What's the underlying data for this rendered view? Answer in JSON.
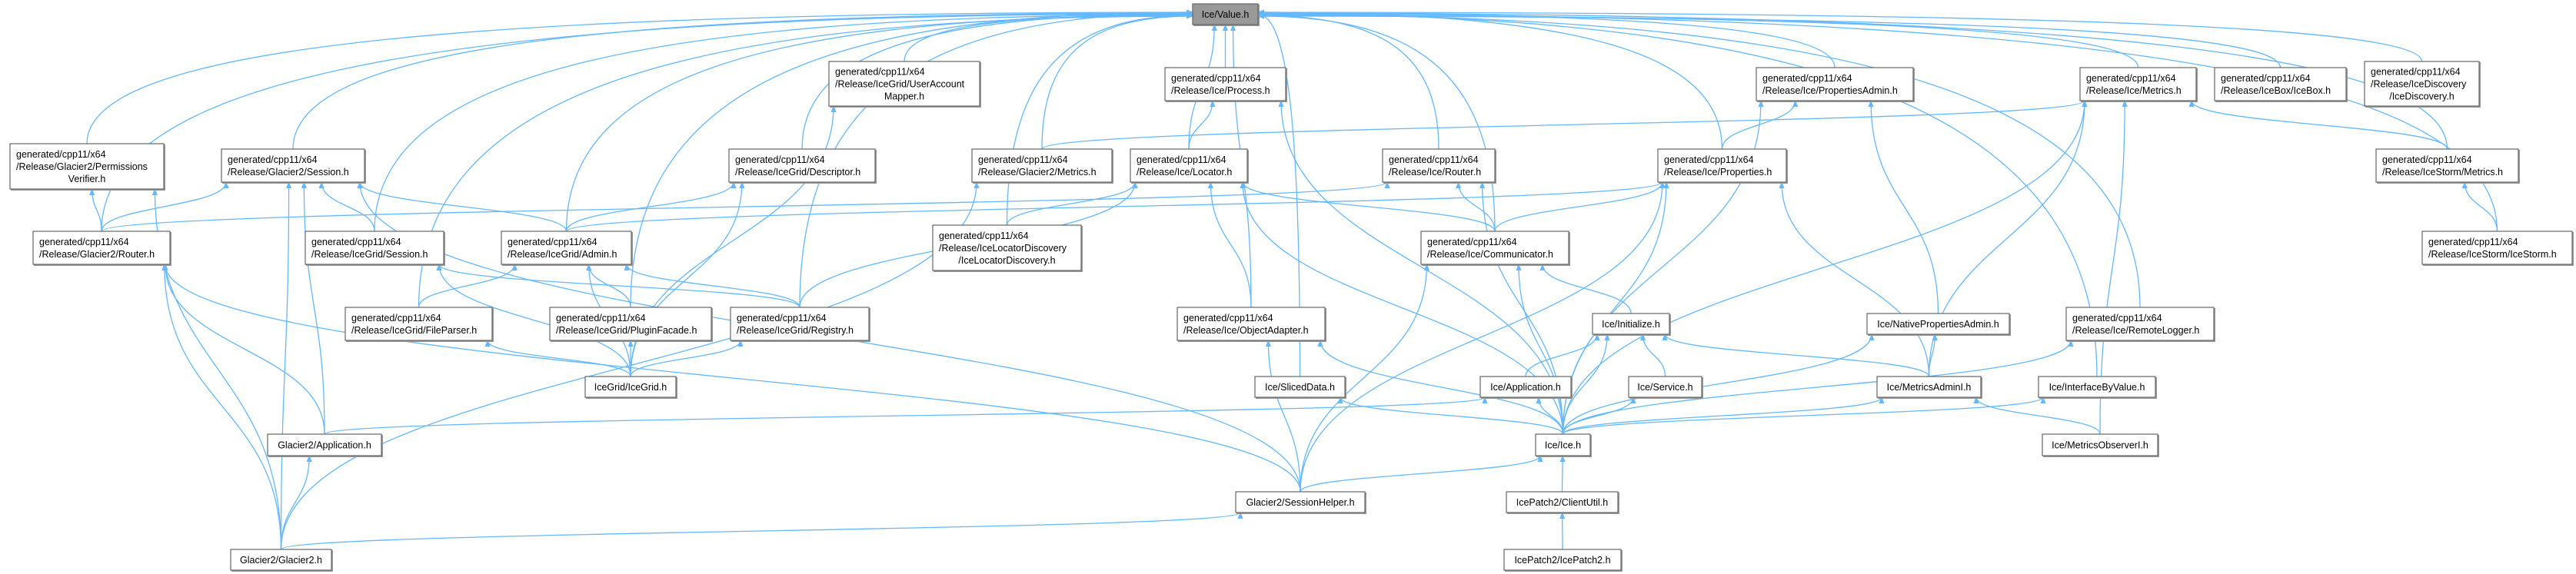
{
  "title": "Ice/Value.h",
  "colors": {
    "edge": "#63b8ff",
    "root_fill": "#999999",
    "node_border": "#666666"
  },
  "nodes": [
    {
      "id": "V",
      "lines": [
        "Ice/Value.h"
      ],
      "root": true
    },
    {
      "id": "permv",
      "lines": [
        "generated/cpp11/x64",
        "/Release/Glacier2/Permissions",
        "Verifier.h"
      ]
    },
    {
      "id": "g2sess",
      "lines": [
        "generated/cpp11/x64",
        "/Release/Glacier2/Session.h"
      ]
    },
    {
      "id": "g2router",
      "lines": [
        "generated/cpp11/x64",
        "/Release/Glacier2/Router.h"
      ]
    },
    {
      "id": "igsess",
      "lines": [
        "generated/cpp11/x64",
        "/Release/IceGrid/Session.h"
      ]
    },
    {
      "id": "igadmin",
      "lines": [
        "generated/cpp11/x64",
        "/Release/IceGrid/Admin.h"
      ]
    },
    {
      "id": "igdesc",
      "lines": [
        "generated/cpp11/x64",
        "/Release/IceGrid/Descriptor.h"
      ]
    },
    {
      "id": "uam",
      "lines": [
        "generated/cpp11/x64",
        "/Release/IceGrid/UserAccount",
        "Mapper.h"
      ]
    },
    {
      "id": "fileparser",
      "lines": [
        "generated/cpp11/x64",
        "/Release/IceGrid/FileParser.h"
      ]
    },
    {
      "id": "plugin",
      "lines": [
        "generated/cpp11/x64",
        "/Release/IceGrid/PluginFacade.h"
      ]
    },
    {
      "id": "registry",
      "lines": [
        "generated/cpp11/x64",
        "/Release/IceGrid/Registry.h"
      ]
    },
    {
      "id": "icegrid",
      "lines": [
        "IceGrid/IceGrid.h"
      ]
    },
    {
      "id": "g2app",
      "lines": [
        "Glacier2/Application.h"
      ]
    },
    {
      "id": "glacier2",
      "lines": [
        "Glacier2/Glacier2.h"
      ]
    },
    {
      "id": "process",
      "lines": [
        "generated/cpp11/x64",
        "/Release/Ice/Process.h"
      ]
    },
    {
      "id": "g2metrics",
      "lines": [
        "generated/cpp11/x64",
        "/Release/Glacier2/Metrics.h"
      ]
    },
    {
      "id": "locator",
      "lines": [
        "generated/cpp11/x64",
        "/Release/Ice/Locator.h"
      ]
    },
    {
      "id": "ild",
      "lines": [
        "generated/cpp11/x64",
        "/Release/IceLocatorDiscovery",
        "/IceLocatorDiscovery.h"
      ]
    },
    {
      "id": "router",
      "lines": [
        "generated/cpp11/x64",
        "/Release/Ice/Router.h"
      ]
    },
    {
      "id": "comm",
      "lines": [
        "generated/cpp11/x64",
        "/Release/Ice/Communicator.h"
      ]
    },
    {
      "id": "propadmin",
      "lines": [
        "generated/cpp11/x64",
        "/Release/Ice/PropertiesAdmin.h"
      ]
    },
    {
      "id": "metrics",
      "lines": [
        "generated/cpp11/x64",
        "/Release/Ice/Metrics.h"
      ]
    },
    {
      "id": "icebox",
      "lines": [
        "generated/cpp11/x64",
        "/Release/IceBox/IceBox.h"
      ]
    },
    {
      "id": "icedisc",
      "lines": [
        "generated/cpp11/x64",
        "/Release/IceDiscovery",
        "/IceDiscovery.h"
      ]
    },
    {
      "id": "props",
      "lines": [
        "generated/cpp11/x64",
        "/Release/Ice/Properties.h"
      ]
    },
    {
      "id": "ismetrics",
      "lines": [
        "generated/cpp11/x64",
        "/Release/IceStorm/Metrics.h"
      ]
    },
    {
      "id": "icestorm",
      "lines": [
        "generated/cpp11/x64",
        "/Release/IceStorm/IceStorm.h"
      ]
    },
    {
      "id": "objadapter",
      "lines": [
        "generated/cpp11/x64",
        "/Release/Ice/ObjectAdapter.h"
      ]
    },
    {
      "id": "initialize",
      "lines": [
        "Ice/Initialize.h"
      ]
    },
    {
      "id": "sliced",
      "lines": [
        "Ice/SlicedData.h"
      ]
    },
    {
      "id": "iceapp",
      "lines": [
        "Ice/Application.h"
      ]
    },
    {
      "id": "service",
      "lines": [
        "Ice/Service.h"
      ]
    },
    {
      "id": "iceh",
      "lines": [
        "Ice/Ice.h"
      ]
    },
    {
      "id": "sesshelper",
      "lines": [
        "Glacier2/SessionHelper.h"
      ]
    },
    {
      "id": "clientutil",
      "lines": [
        "IcePatch2/ClientUtil.h"
      ]
    },
    {
      "id": "icepatch2",
      "lines": [
        "IcePatch2/IcePatch2.h"
      ]
    },
    {
      "id": "nativeprops",
      "lines": [
        "Ice/NativePropertiesAdmin.h"
      ]
    },
    {
      "id": "remotelogger",
      "lines": [
        "generated/cpp11/x64",
        "/Release/Ice/RemoteLogger.h"
      ]
    },
    {
      "id": "metricsadmini",
      "lines": [
        "Ice/MetricsAdminI.h"
      ]
    },
    {
      "id": "ifbyvalue",
      "lines": [
        "Ice/InterfaceByValue.h"
      ]
    },
    {
      "id": "metricsobs",
      "lines": [
        "Ice/MetricsObserverI.h"
      ]
    }
  ],
  "edges": [
    [
      "permv",
      "V"
    ],
    [
      "g2sess",
      "V"
    ],
    [
      "g2router",
      "V"
    ],
    [
      "igsess",
      "V"
    ],
    [
      "igadmin",
      "V"
    ],
    [
      "fileparser",
      "V"
    ],
    [
      "plugin",
      "V"
    ],
    [
      "registry",
      "V"
    ],
    [
      "igdesc",
      "V"
    ],
    [
      "uam",
      "V"
    ],
    [
      "ild",
      "V"
    ],
    [
      "g2metrics",
      "V"
    ],
    [
      "locator",
      "V"
    ],
    [
      "process",
      "V"
    ],
    [
      "objadapter",
      "V"
    ],
    [
      "sliced",
      "V"
    ],
    [
      "router",
      "V"
    ],
    [
      "comm",
      "V"
    ],
    [
      "props",
      "V"
    ],
    [
      "propadmin",
      "V"
    ],
    [
      "ifbyvalue",
      "V"
    ],
    [
      "remotelogger",
      "V"
    ],
    [
      "metrics",
      "V"
    ],
    [
      "icebox",
      "V"
    ],
    [
      "icedisc",
      "V"
    ],
    [
      "ismetrics",
      "V"
    ],
    [
      "icestorm",
      "V"
    ],
    [
      "g2router",
      "permv"
    ],
    [
      "glacier2",
      "permv"
    ],
    [
      "g2router",
      "g2sess"
    ],
    [
      "igsess",
      "g2sess"
    ],
    [
      "igadmin",
      "g2sess"
    ],
    [
      "g2app",
      "g2sess"
    ],
    [
      "glacier2",
      "g2sess"
    ],
    [
      "sesshelper",
      "g2sess"
    ],
    [
      "g2app",
      "g2router"
    ],
    [
      "glacier2",
      "g2router"
    ],
    [
      "sesshelper",
      "g2router"
    ],
    [
      "icegrid",
      "igsess"
    ],
    [
      "registry",
      "igsess"
    ],
    [
      "fileparser",
      "igadmin"
    ],
    [
      "plugin",
      "igadmin"
    ],
    [
      "registry",
      "igadmin"
    ],
    [
      "icegrid",
      "igadmin"
    ],
    [
      "igadmin",
      "igdesc"
    ],
    [
      "icegrid",
      "igdesc"
    ],
    [
      "icegrid",
      "uam"
    ],
    [
      "icegrid",
      "fileparser"
    ],
    [
      "icegrid",
      "plugin"
    ],
    [
      "icegrid",
      "registry"
    ],
    [
      "locator",
      "process"
    ],
    [
      "iceh",
      "process"
    ],
    [
      "ild",
      "locator"
    ],
    [
      "registry",
      "locator"
    ],
    [
      "objadapter",
      "locator"
    ],
    [
      "comm",
      "locator"
    ],
    [
      "iceh",
      "locator"
    ],
    [
      "glacier2",
      "g2metrics"
    ],
    [
      "g2router",
      "router"
    ],
    [
      "comm",
      "router"
    ],
    [
      "iceh",
      "router"
    ],
    [
      "initialize",
      "comm"
    ],
    [
      "iceh",
      "comm"
    ],
    [
      "sesshelper",
      "comm"
    ],
    [
      "igadmin",
      "props"
    ],
    [
      "comm",
      "props"
    ],
    [
      "metricsadmini",
      "props"
    ],
    [
      "iceh",
      "props"
    ],
    [
      "sesshelper",
      "props"
    ],
    [
      "props",
      "propadmin"
    ],
    [
      "nativeprops",
      "propadmin"
    ],
    [
      "iceh",
      "propadmin"
    ],
    [
      "g2metrics",
      "metrics"
    ],
    [
      "ismetrics",
      "metrics"
    ],
    [
      "iceh",
      "metrics"
    ],
    [
      "metricsadmini",
      "metrics"
    ],
    [
      "metricsobs",
      "metrics"
    ],
    [
      "icestorm",
      "ismetrics"
    ],
    [
      "iceh",
      "objadapter"
    ],
    [
      "sesshelper",
      "objadapter"
    ],
    [
      "iceapp",
      "initialize"
    ],
    [
      "service",
      "initialize"
    ],
    [
      "iceh",
      "initialize"
    ],
    [
      "metricsadmini",
      "initialize"
    ],
    [
      "iceh",
      "iceapp"
    ],
    [
      "g2app",
      "iceapp"
    ],
    [
      "iceh",
      "service"
    ],
    [
      "iceh",
      "sliced"
    ],
    [
      "metricsadmini",
      "nativeprops"
    ],
    [
      "iceh",
      "nativeprops"
    ],
    [
      "iceh",
      "metricsadmini"
    ],
    [
      "metricsobs",
      "metricsadmini"
    ],
    [
      "iceh",
      "ifbyvalue"
    ],
    [
      "iceh",
      "remotelogger"
    ],
    [
      "sesshelper",
      "iceh"
    ],
    [
      "clientutil",
      "iceh"
    ],
    [
      "glacier2",
      "sesshelper"
    ],
    [
      "icepatch2",
      "clientutil"
    ],
    [
      "glacier2",
      "g2app"
    ]
  ]
}
